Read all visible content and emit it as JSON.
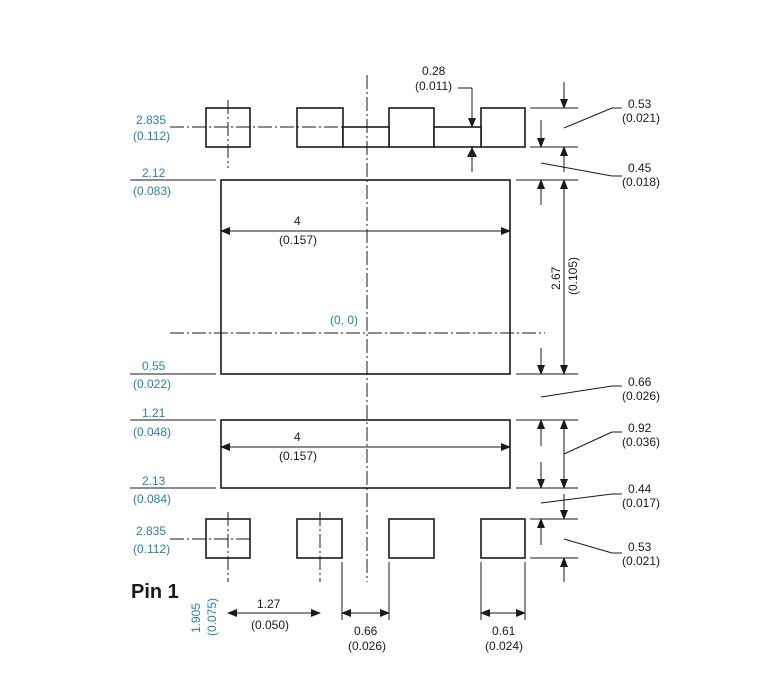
{
  "colors": {
    "line": "#1a1a1a",
    "accent_blue": "#2b7fa8",
    "background": "#ffffff"
  },
  "labels": {
    "pin1": "Pin 1",
    "origin": "(0, 0)",
    "top_lead_gap_mm": "0.28",
    "top_lead_gap_in": "(0.011)",
    "top_pad_height_mm": "0.53",
    "top_pad_height_in": "(0.021)",
    "top_gap_mm": "0.45",
    "top_gap_in": "(0.018)",
    "main_pad_height_mm": "2.67",
    "main_pad_height_in": "(0.105)",
    "mid_gap_mm": "0.66",
    "mid_gap_in": "(0.026)",
    "lower_pad_height_mm": "0.92",
    "lower_pad_height_in": "(0.036)",
    "bottom_gap_mm": "0.44",
    "bottom_gap_in": "(0.017)",
    "bottom_pad_height_mm": "0.53",
    "bottom_pad_height_in": "(0.021)",
    "main_pad_width_mm": "4",
    "main_pad_width_in": "(0.157)",
    "lower_pad_width_mm": "4",
    "lower_pad_width_in": "(0.157)",
    "pitch_mm": "1.27",
    "pitch_in": "(0.050)",
    "pin_center_offset_mm": "0.66",
    "pin_center_offset_in": "(0.026)",
    "pad_width_mm": "0.61",
    "pad_width_in": "(0.024)",
    "pin1_x_mm": "1.905",
    "pin1_x_in": "(0.075)",
    "y_top_pad_mm": "2.835",
    "y_top_pad_in": "(0.112)",
    "y_main_top_mm": "2.12",
    "y_main_top_in": "(0.083)",
    "y_main_bottom_mm": "0.55",
    "y_main_bottom_in": "(0.022)",
    "y_lower_top_mm": "1.21",
    "y_lower_top_in": "(0.048)",
    "y_lower_bottom_mm": "2.13",
    "y_lower_bottom_in": "(0.084)",
    "y_bottom_pad_mm": "2.835",
    "y_bottom_pad_in": "(0.112)"
  }
}
